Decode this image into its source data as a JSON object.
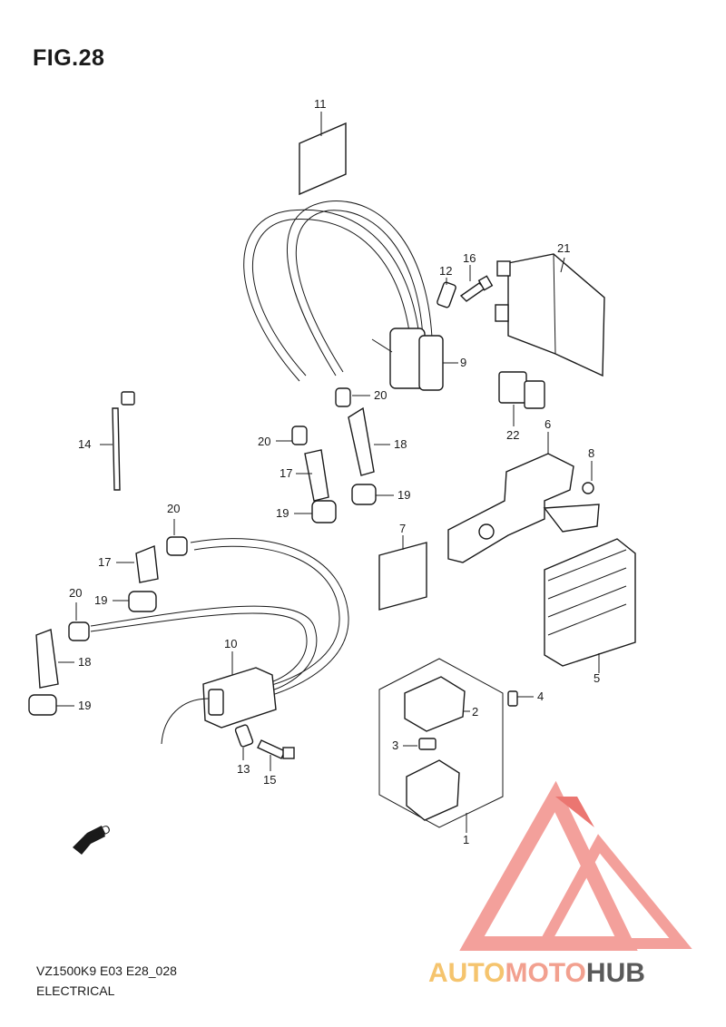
{
  "figure": {
    "title": "FIG.28",
    "model_code": "VZ1500K9 E03 E28_028",
    "section": "ELECTRICAL",
    "fwd_label": "FWD"
  },
  "callouts": [
    {
      "id": "c1",
      "text": "1"
    },
    {
      "id": "c2",
      "text": "2"
    },
    {
      "id": "c3",
      "text": "3"
    },
    {
      "id": "c4",
      "text": "4"
    },
    {
      "id": "c5",
      "text": "5"
    },
    {
      "id": "c6",
      "text": "6"
    },
    {
      "id": "c7",
      "text": "7"
    },
    {
      "id": "c8",
      "text": "8"
    },
    {
      "id": "c9",
      "text": "9"
    },
    {
      "id": "c10",
      "text": "10"
    },
    {
      "id": "c11",
      "text": "11"
    },
    {
      "id": "c12",
      "text": "12"
    },
    {
      "id": "c13",
      "text": "13"
    },
    {
      "id": "c14",
      "text": "14"
    },
    {
      "id": "c15",
      "text": "15"
    },
    {
      "id": "c16",
      "text": "16"
    },
    {
      "id": "c17a",
      "text": "17"
    },
    {
      "id": "c17b",
      "text": "17"
    },
    {
      "id": "c18a",
      "text": "18"
    },
    {
      "id": "c18b",
      "text": "18"
    },
    {
      "id": "c19a",
      "text": "19"
    },
    {
      "id": "c19b",
      "text": "19"
    },
    {
      "id": "c19c",
      "text": "19"
    },
    {
      "id": "c19d",
      "text": "19"
    },
    {
      "id": "c20a",
      "text": "20"
    },
    {
      "id": "c20b",
      "text": "20"
    },
    {
      "id": "c20c",
      "text": "20"
    },
    {
      "id": "c20d",
      "text": "20"
    },
    {
      "id": "c21",
      "text": "21"
    },
    {
      "id": "c22",
      "text": "22"
    }
  ],
  "watermark": {
    "part1": "AUTO",
    "part2": "MOTO",
    "part3": "HUB",
    "colors": {
      "auto": "#f5c46e",
      "moto": "#f2a08f",
      "hub": "#5a5a5a",
      "logo": "#f39b96",
      "logo_dark": "#ea6f6a"
    }
  }
}
